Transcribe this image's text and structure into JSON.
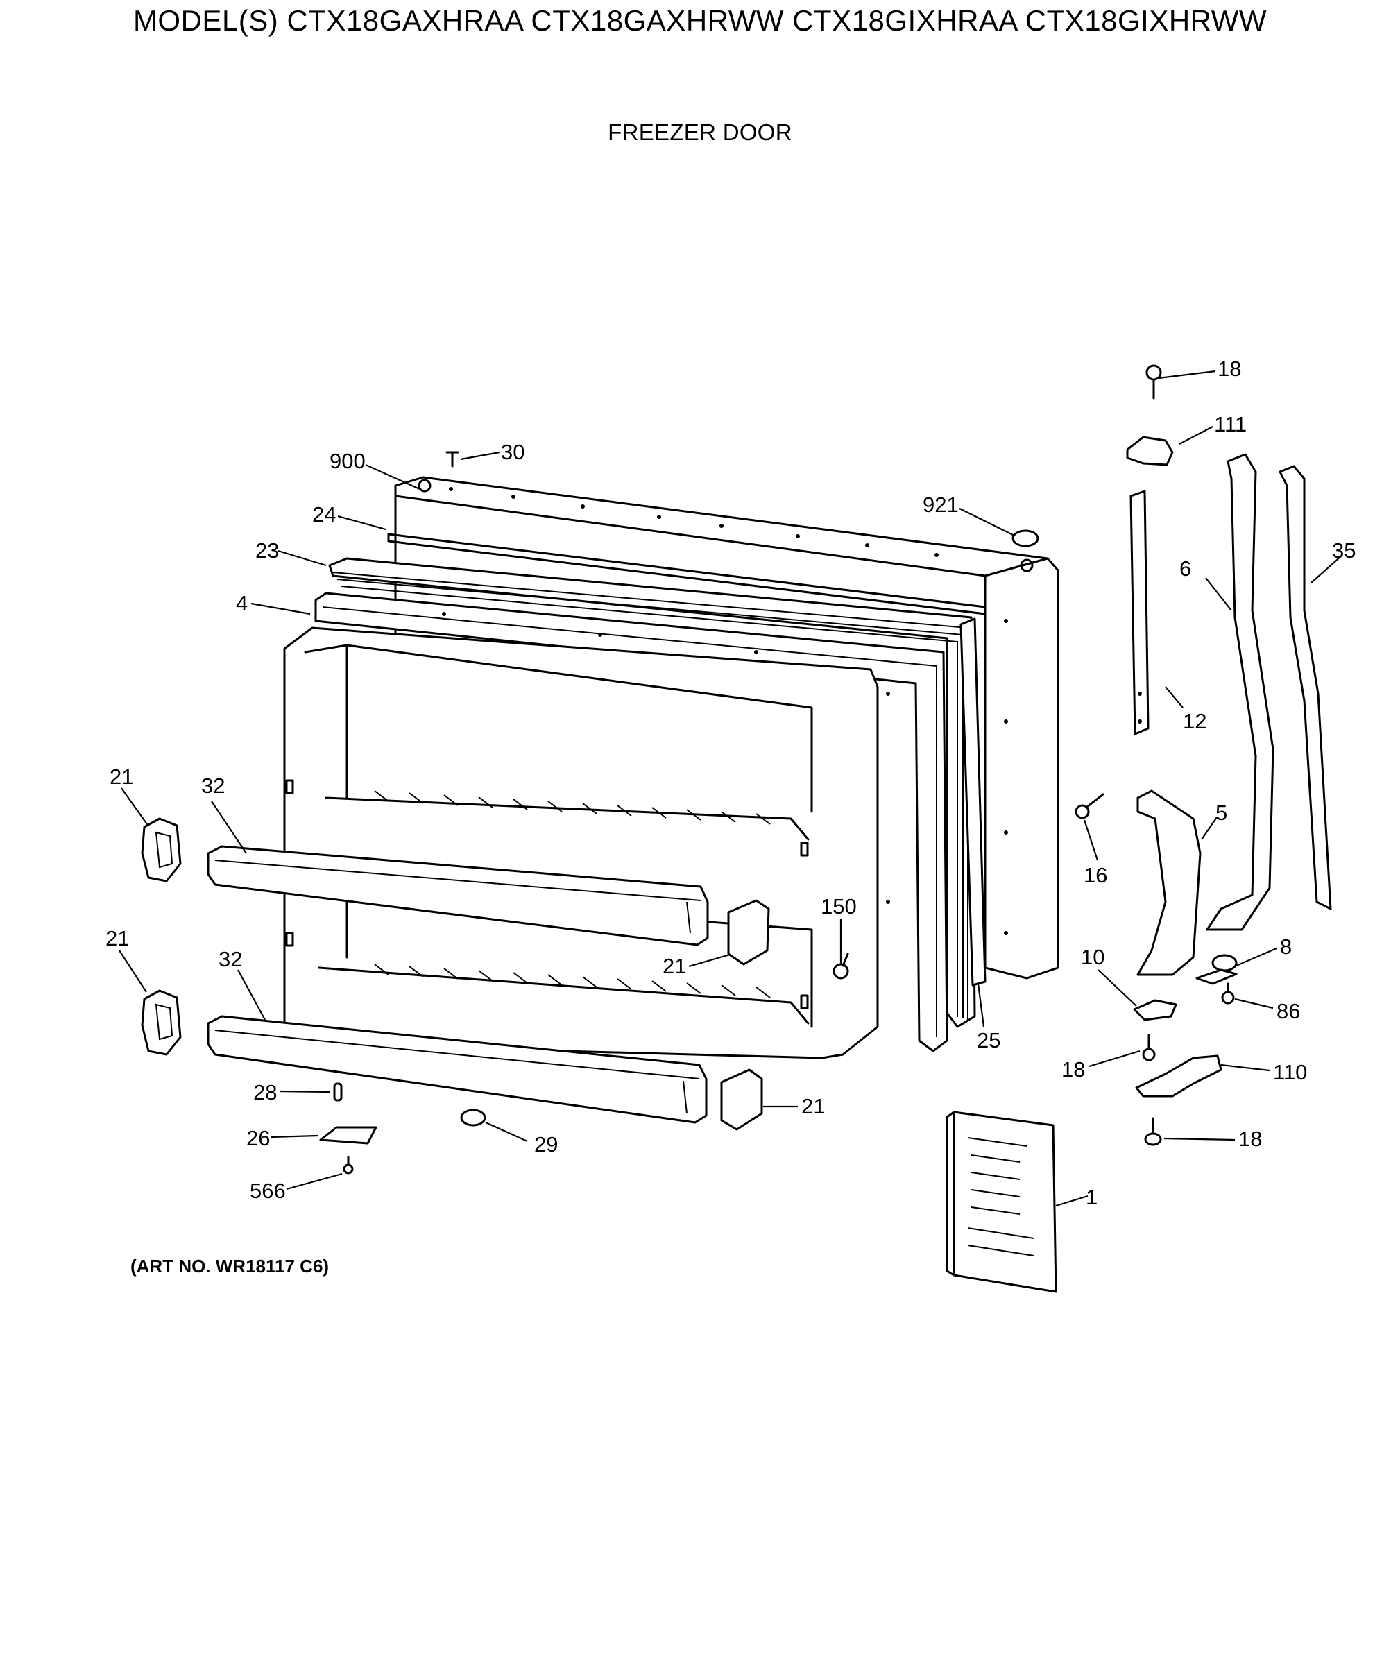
{
  "header": {
    "title": "MODEL(S) CTX18GAXHRAA  CTX18GAXHRWW  CTX18GIXHRAA  CTX18GIXHRWW",
    "subtitle": "FREEZER DOOR"
  },
  "footer": {
    "art_no": "(ART NO. WR18117 C6)"
  },
  "callouts": {
    "c18a": "18",
    "c111": "111",
    "c30": "30",
    "c900": "900",
    "c921": "921",
    "c24": "24",
    "c23": "23",
    "c4": "4",
    "c6": "6",
    "c35": "35",
    "c12": "12",
    "c5": "5",
    "c16": "16",
    "c21a": "21",
    "c32a": "32",
    "c150": "150",
    "c21b": "21",
    "c21c": "21",
    "c32b": "32",
    "c10": "10",
    "c8": "8",
    "c86": "86",
    "c25": "25",
    "c18b": "18",
    "c110": "110",
    "c28": "28",
    "c21d": "21",
    "c26": "26",
    "c29": "29",
    "c18c": "18",
    "c566": "566",
    "c1": "1"
  }
}
